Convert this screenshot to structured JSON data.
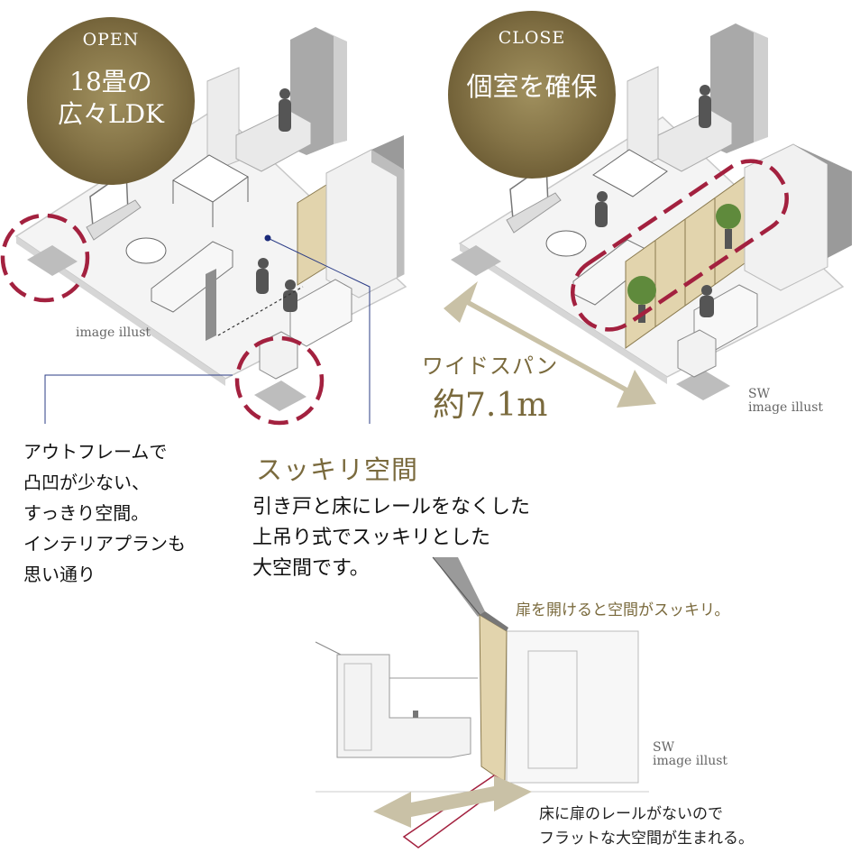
{
  "open_badge": {
    "label": "OPEN",
    "line1": "18畳の",
    "line2": "広々LDK"
  },
  "close_badge": {
    "label": "CLOSE",
    "title": "個室を確保"
  },
  "wide_span": {
    "label": "ワイドスパン",
    "value": "約7.1m"
  },
  "illust_left": "image illust",
  "illust_right": {
    "sw": "SW",
    "text": "image illust"
  },
  "illust_bottom": {
    "sw": "SW",
    "text": "image illust"
  },
  "outframe_text": [
    "アウトフレームで",
    "凸凹が少ない、",
    "すっきり空間。",
    "インテリアプランも",
    "思い通り"
  ],
  "sukkiri": {
    "title": "スッキリ空間",
    "lines": [
      "引き戸と床にレールをなくした",
      "上吊り式でスッキリとした",
      "大空間です。"
    ]
  },
  "door_caption": "扉を開けると空間がスッキリ。",
  "floor_caption": [
    "床に扉のレールがないので",
    "フラットな大空間が生まれる。"
  ],
  "colors": {
    "gold": "#857447",
    "crimson": "#a3213f",
    "panel": "#e2d4ad",
    "arrow": "#c9c1a6",
    "wall": "#9a9a9a"
  }
}
